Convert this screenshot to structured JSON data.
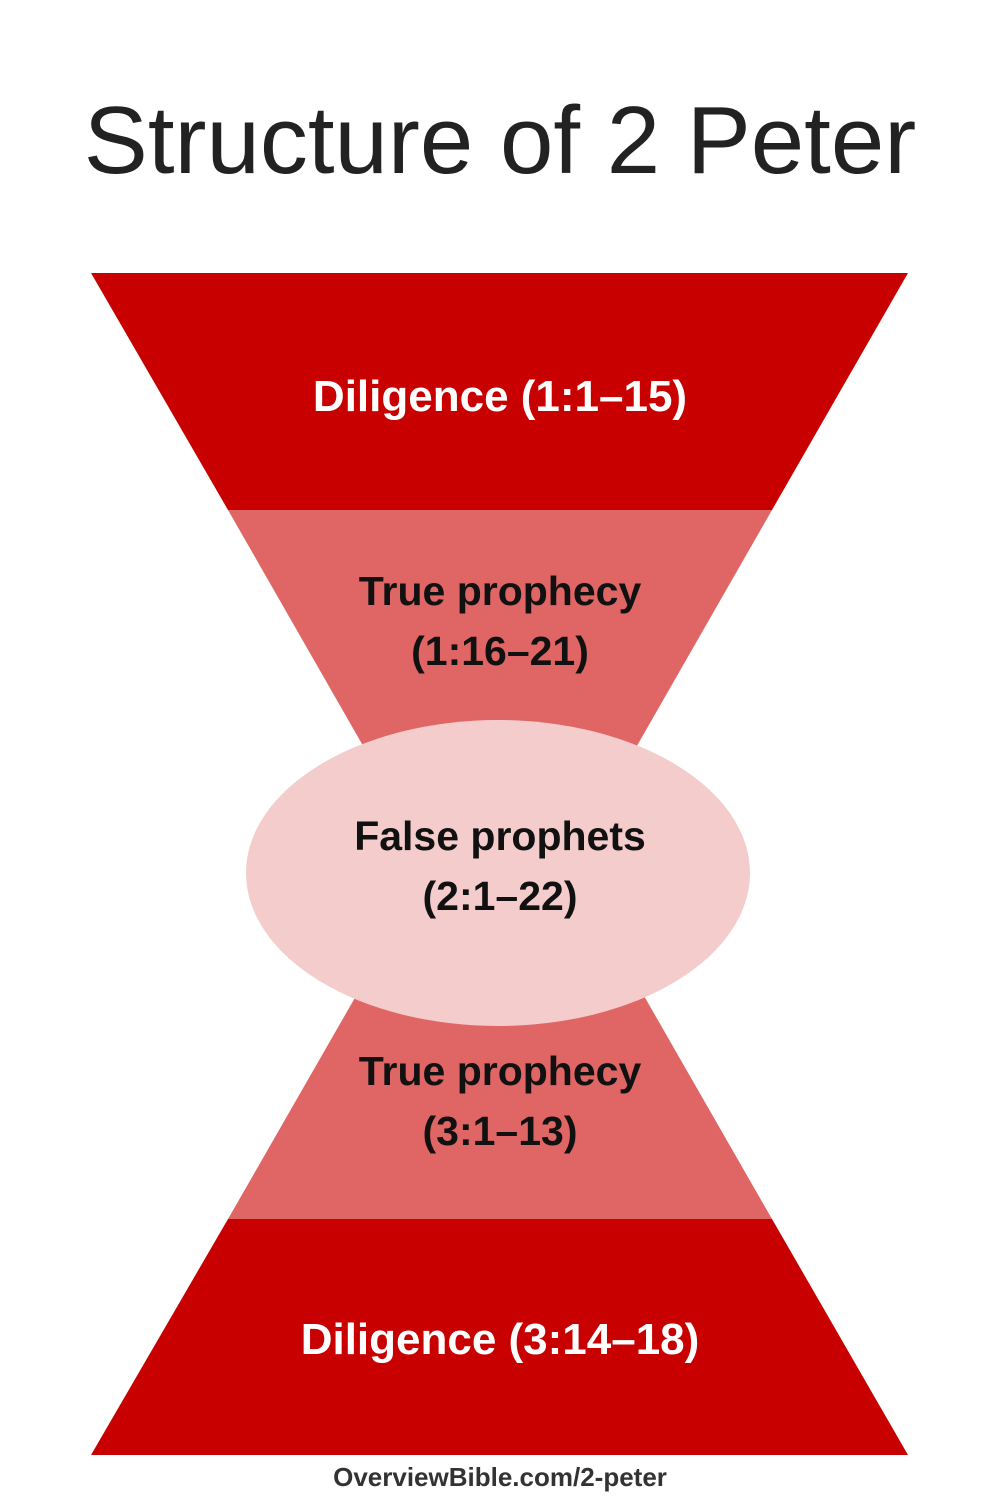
{
  "title": "Structure of 2 Peter",
  "colors": {
    "outer": "#C80000",
    "inner": "#E06666",
    "center": "#F4CCCC",
    "text_light": "#FFFFFF",
    "text_dark": "#111111"
  },
  "sections": [
    {
      "line1": "Diligence (1:1–15)"
    },
    {
      "line1": "True prophecy",
      "line2": "(1:16–21)"
    },
    {
      "line1": "False prophets",
      "line2": "(2:1–22)"
    },
    {
      "line1": "True prophecy",
      "line2": "(3:1–13)"
    },
    {
      "line1": "Diligence (3:14–18)"
    }
  ],
  "footer": "OverviewBible.com/2-peter"
}
